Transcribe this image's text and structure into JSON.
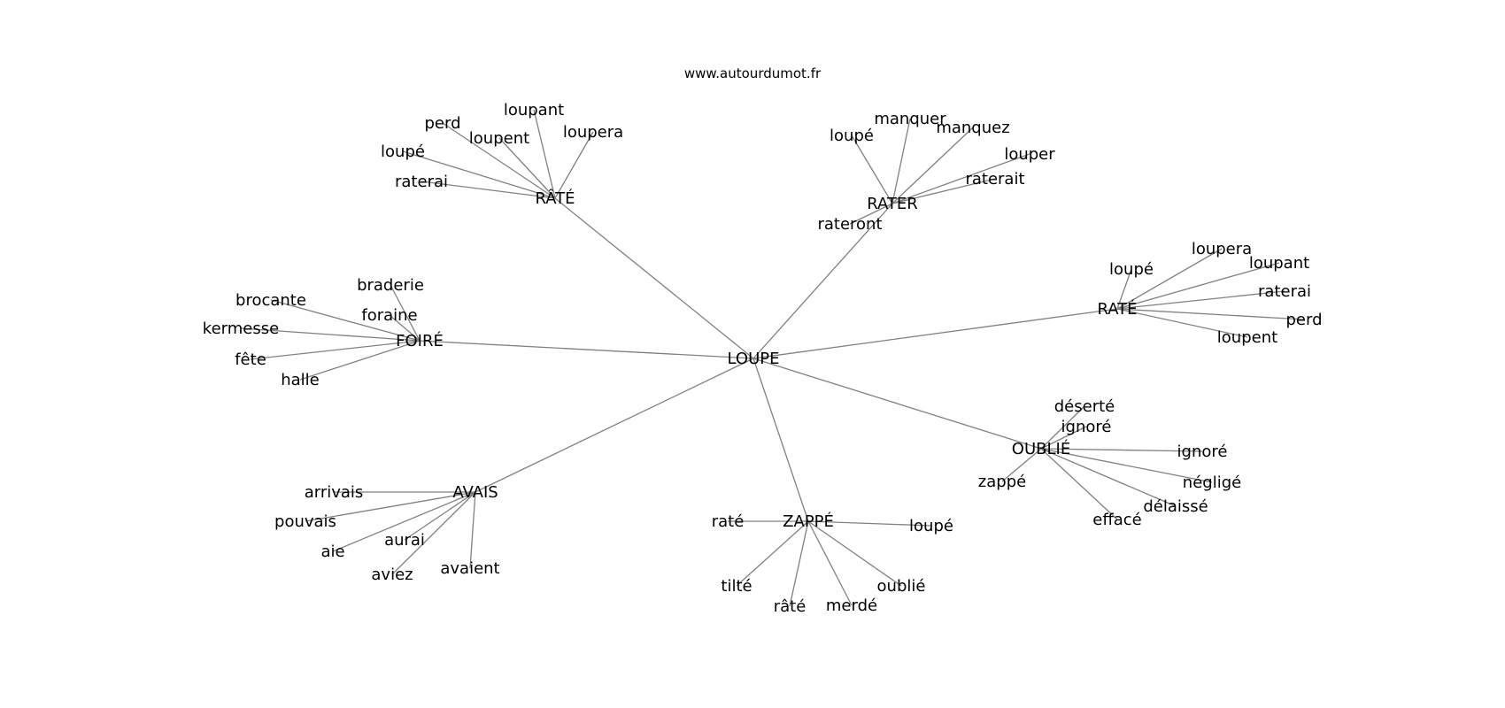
{
  "site": "www.autourdumot.fr",
  "graph": {
    "center": "LOUPE",
    "clusters": [
      {
        "id": "rate-top",
        "label": "RÂTÉ",
        "words": [
          "loupant",
          "perd",
          "loupent",
          "loupera",
          "loupé",
          "raterai"
        ]
      },
      {
        "id": "rater",
        "label": "RATER",
        "words": [
          "manquer",
          "loupé",
          "manquez",
          "louper",
          "raterait",
          "rateront"
        ]
      },
      {
        "id": "rate-right",
        "label": "RATÉ",
        "words": [
          "loupera",
          "loupé",
          "loupant",
          "raterai",
          "perd",
          "loupent"
        ]
      },
      {
        "id": "foire",
        "label": "FOIRÉ",
        "words": [
          "braderie",
          "brocante",
          "foraine",
          "kermesse",
          "fête",
          "halle"
        ]
      },
      {
        "id": "oublie",
        "label": "OUBLIÉ",
        "words": [
          "déserté",
          "ignoré",
          "ignoré",
          "zappé",
          "négligé",
          "délaissé",
          "effacé"
        ]
      },
      {
        "id": "avais",
        "label": "AVAIS",
        "words": [
          "arrivais",
          "pouvais",
          "aurai",
          "aie",
          "avaient",
          "aviez"
        ]
      },
      {
        "id": "zappe",
        "label": "ZAPPÉ",
        "words": [
          "raté",
          "loupé",
          "tilté",
          "oublié",
          "merdé",
          "râté"
        ]
      }
    ]
  }
}
